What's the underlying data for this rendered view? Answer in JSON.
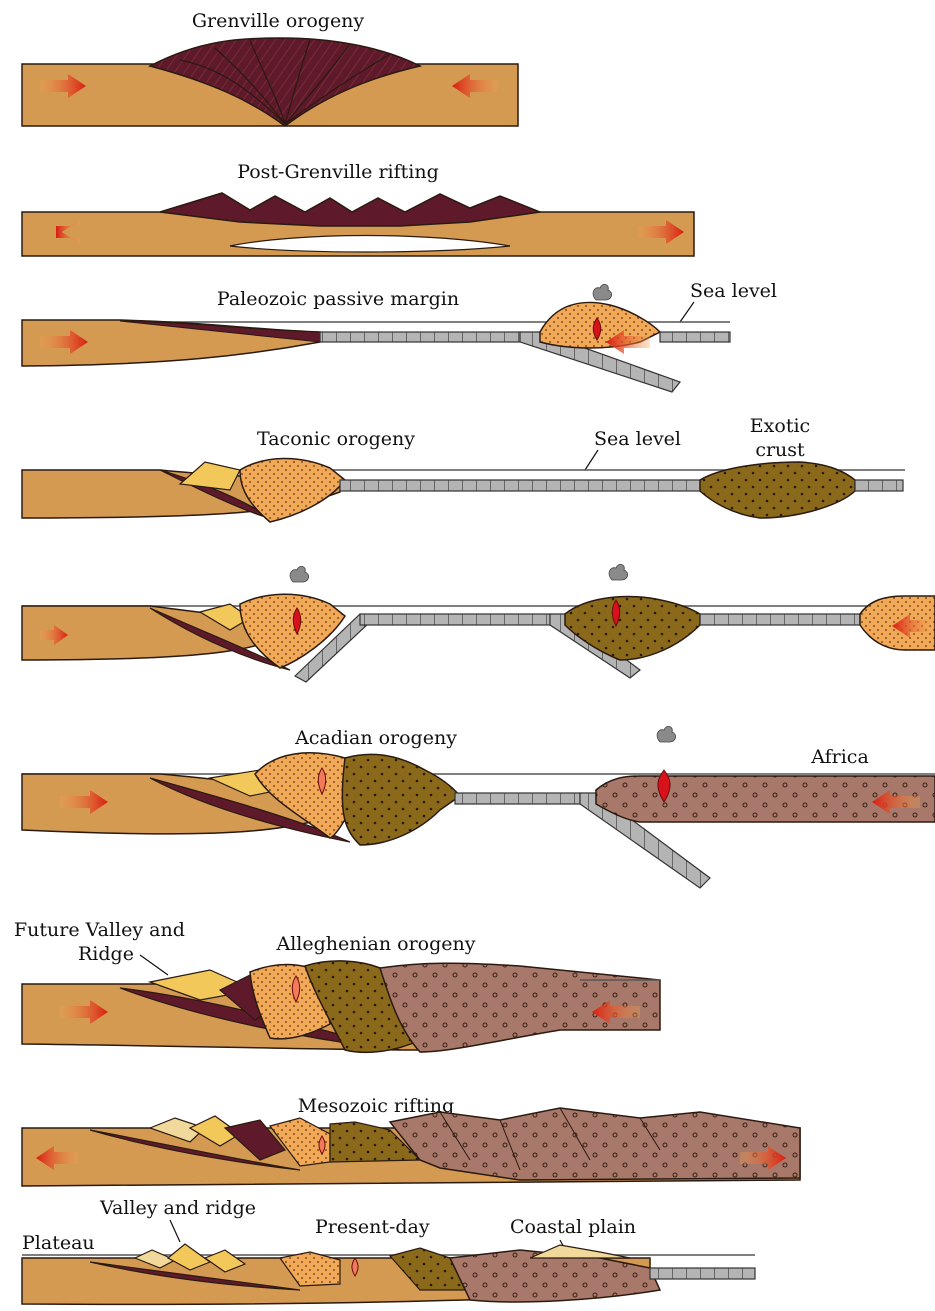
{
  "colors": {
    "crust_tan": "#d49a52",
    "crust_outline": "#2a1a10",
    "maroon": "#5e1a2a",
    "orange_dotted": "#f2a957",
    "yellow": "#f3c85a",
    "pale_yellow": "#f0d99a",
    "olive": "#8a6a1a",
    "africa_brown": "#a8796a",
    "oceanic_grey": "#b4b4b4",
    "sea_line": "#555555",
    "arrow_red": "#d91c10",
    "magma_red": "#d8121a",
    "smoke_grey": "#8a8a8a"
  },
  "stages": [
    {
      "title": "Grenville orogeny"
    },
    {
      "title": "Post-Grenville rifting"
    },
    {
      "title": "Paleozoic passive margin",
      "sea_label": "Sea level"
    },
    {
      "title": "Taconic orogeny",
      "sea_label": "Sea level",
      "crust_label_1": "Exotic",
      "crust_label_2": "crust"
    },
    {
      "title": ""
    },
    {
      "title": "Acadian orogeny",
      "continent_label": "Africa"
    },
    {
      "title": "Alleghenian orogeny",
      "side_label_1": "Future Valley and",
      "side_label_2": "Ridge"
    },
    {
      "title": "Mesozoic rifting"
    },
    {
      "title": "Present-day",
      "label_plateau": "Plateau",
      "label_valley_ridge": "Valley and ridge",
      "label_coastal": "Coastal plain"
    }
  ]
}
